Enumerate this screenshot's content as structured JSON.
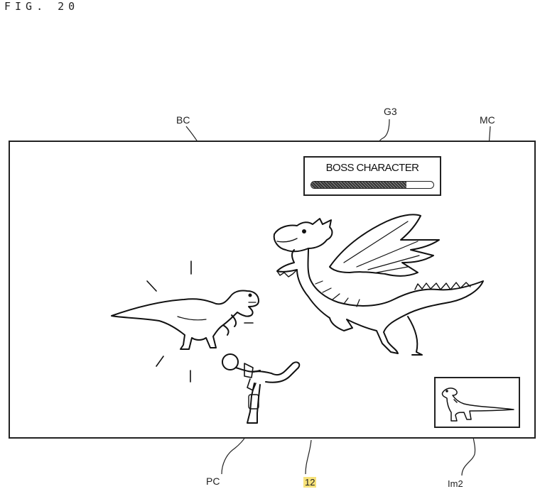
{
  "figure": {
    "label": "FIG. 20"
  },
  "refs": {
    "bc": "BC",
    "g3": "G3",
    "mc": "MC",
    "pc": "PC",
    "screen": "12",
    "im2": "Im2"
  },
  "boss_panel": {
    "name": "BOSS CHARACTER",
    "hp_fraction": 0.78
  },
  "icons": {
    "boss": "dinosaur-icon",
    "monster": "dragon-icon",
    "player": "running-player-icon",
    "minimap": "dinosaur-minimap-icon"
  }
}
